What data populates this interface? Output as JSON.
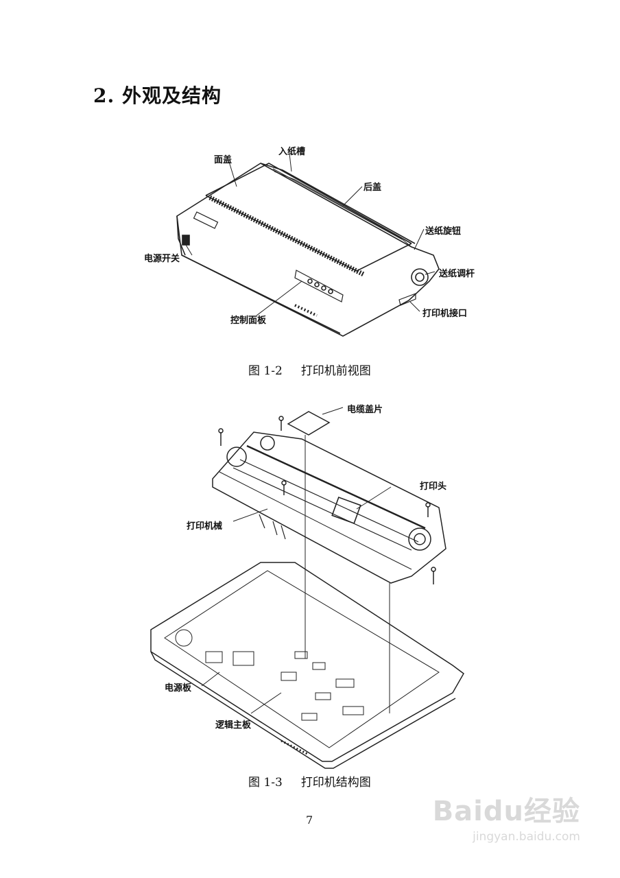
{
  "section_heading": "2. 外观及结构",
  "figure1": {
    "caption_num": "图 1-2",
    "caption_text": "打印机前视图",
    "labels": {
      "top_cover": "面盖",
      "paper_slot": "入纸槽",
      "rear_cover": "后盖",
      "feed_knob": "送纸旋钮",
      "feed_lever": "送纸调杆",
      "power_switch": "电源开关",
      "control_panel": "控制面板",
      "interface": "打印机接口"
    }
  },
  "figure2": {
    "caption_num": "图 1-3",
    "caption_text": "打印机结构图",
    "labels": {
      "cable_cover": "电缆盖片",
      "print_head": "打印头",
      "mechanism": "打印机械",
      "power_board": "电源板",
      "logic_board": "逻辑主板"
    }
  },
  "page_number": "7",
  "watermark": {
    "brand": "Baidu经验",
    "url": "jingyan.baidu.com"
  }
}
